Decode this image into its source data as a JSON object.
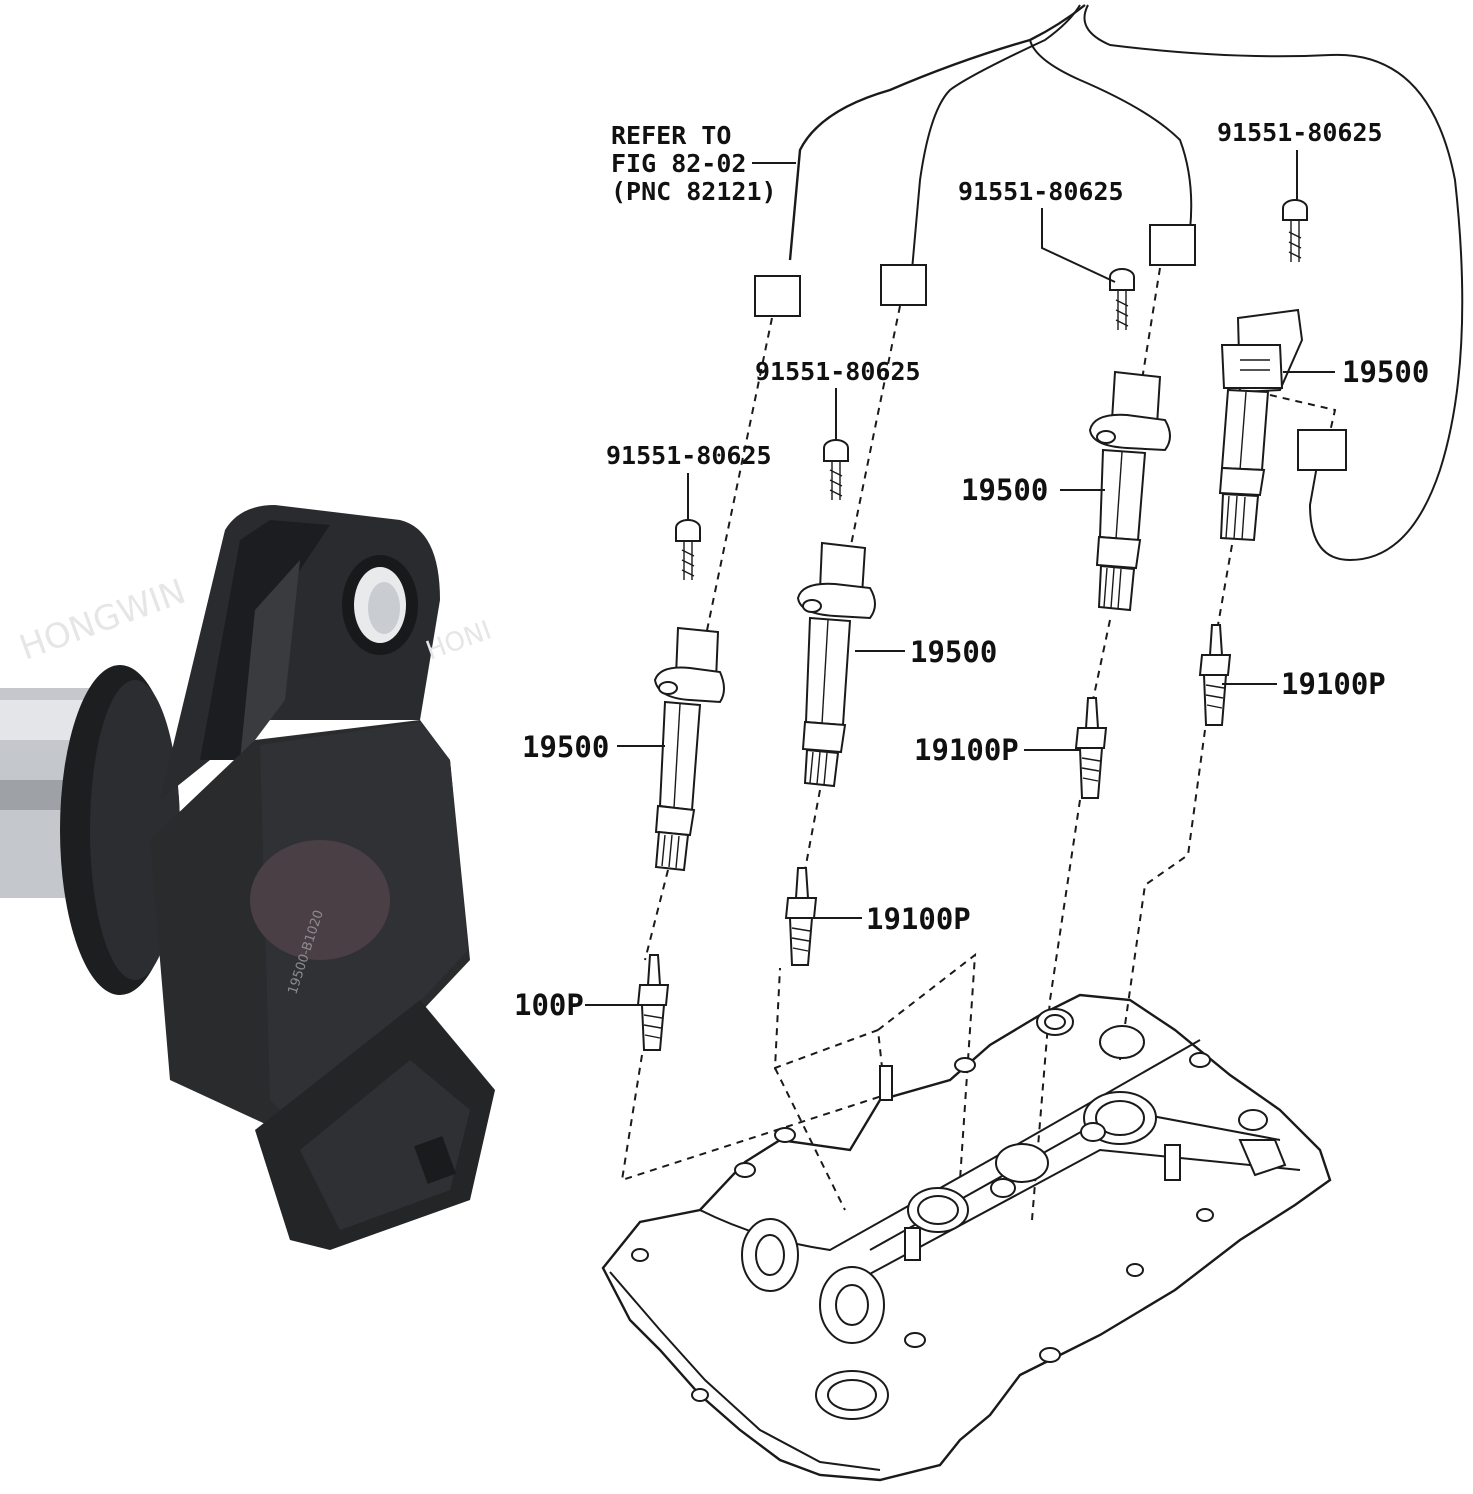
{
  "photo": {
    "part_marking": "19500-B1020",
    "watermark_left": "HONGWIN",
    "watermark_right": "HONI",
    "colors": {
      "coil_body": "#2a2b2d",
      "coil_shade": "#1b1c1e",
      "metal": "#b9bcc0"
    }
  },
  "diagram": {
    "refer_lines": [
      "REFER TO",
      "FIG 82-02",
      "(PNC 82121)"
    ],
    "bolt_callouts": [
      "91551-80625",
      "91551-80625",
      "91551-80625",
      "91551-80625"
    ],
    "coil_callouts": [
      "19500",
      "19500",
      "19500",
      "19500"
    ],
    "plug_callouts": [
      "19100P",
      "19100P",
      "19100P",
      "100P"
    ]
  }
}
